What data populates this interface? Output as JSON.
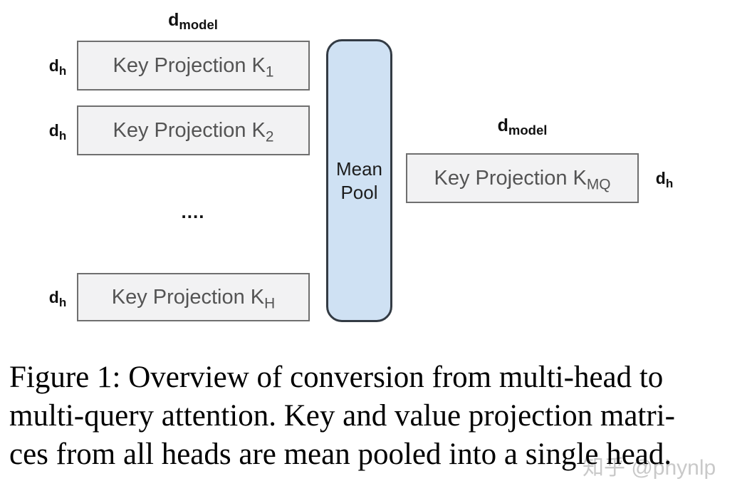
{
  "colors": {
    "box_fill": "#f2f2f3",
    "box_border": "#6f6f6f",
    "box_text": "#545454",
    "pool_fill": "#cfe1f3",
    "pool_border": "#333b44",
    "label_color": "#111111",
    "caption_color": "#000000",
    "watermark_color": "#c9c9c9"
  },
  "diagram": {
    "dim_model": {
      "base": "d",
      "sub": "model"
    },
    "dim_h": {
      "base": "d",
      "sub": "h"
    },
    "key_boxes": [
      {
        "label": "Key Projection K",
        "sub": "1"
      },
      {
        "label": "Key Projection K",
        "sub": "2"
      },
      {
        "label": "Key Projection K",
        "sub": "H"
      }
    ],
    "ellipsis": "....",
    "mean_pool": {
      "line1": "Mean",
      "line2": "Pool"
    },
    "mq_box": {
      "label": "Key Projection K",
      "sub": "MQ"
    }
  },
  "caption": {
    "lines": [
      "Figure 1: Overview of conversion from multi-head to",
      "multi-query attention. Key and value projection matri-",
      "ces from all heads are mean pooled into a single head."
    ]
  },
  "watermark": {
    "text": "知乎 @phynlp"
  }
}
